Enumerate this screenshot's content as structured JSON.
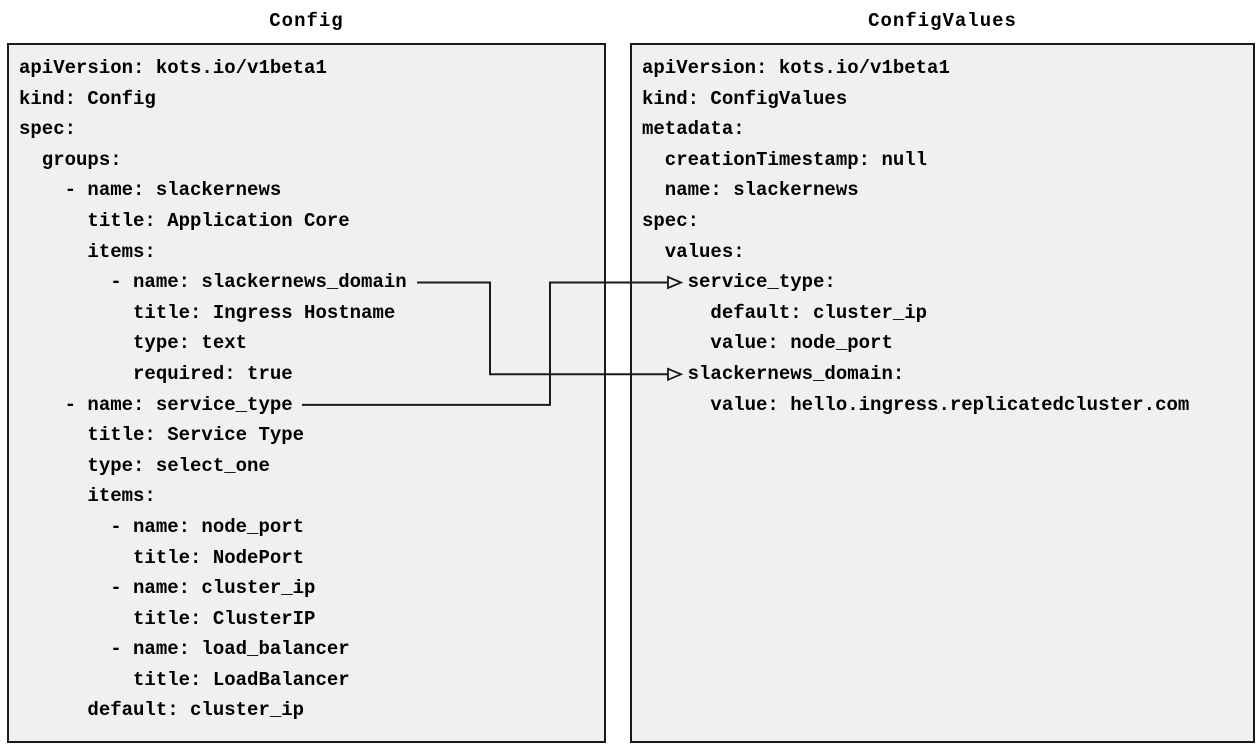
{
  "diagram": {
    "colors": {
      "page_background": "#ffffff",
      "panel_background": "#f0f0f0",
      "panel_border": "#1a1a1a",
      "arrow": "#1a1a1a",
      "text": "#000000"
    },
    "left_panel": {
      "title": "Config",
      "yaml_lines": [
        "apiVersion: kots.io/v1beta1",
        "kind: Config",
        "spec:",
        "  groups:",
        "    - name: slackernews",
        "      title: Application Core",
        "      items:",
        "        - name: slackernews_domain",
        "          title: Ingress Hostname",
        "          type: text",
        "          required: true",
        "    - name: service_type",
        "      title: Service Type",
        "      type: select_one",
        "      items:",
        "        - name: node_port",
        "          title: NodePort",
        "        - name: cluster_ip",
        "          title: ClusterIP",
        "        - name: load_balancer",
        "          title: LoadBalancer",
        "      default: cluster_ip"
      ]
    },
    "right_panel": {
      "title": "ConfigValues",
      "yaml_lines": [
        "apiVersion: kots.io/v1beta1",
        "kind: ConfigValues",
        "metadata:",
        "  creationTimestamp: null",
        "  name: slackernews",
        "spec:",
        "  values:",
        "    service_type:",
        "      default: cluster_ip",
        "      value: node_port",
        "    slackernews_domain:",
        "      value: hello.ingress.replicatedcluster.com"
      ]
    },
    "connections": [
      {
        "from_text": "slackernews_domain",
        "to_text": "slackernews_domain"
      },
      {
        "from_text": "service_type",
        "to_text": "service_type"
      }
    ]
  }
}
